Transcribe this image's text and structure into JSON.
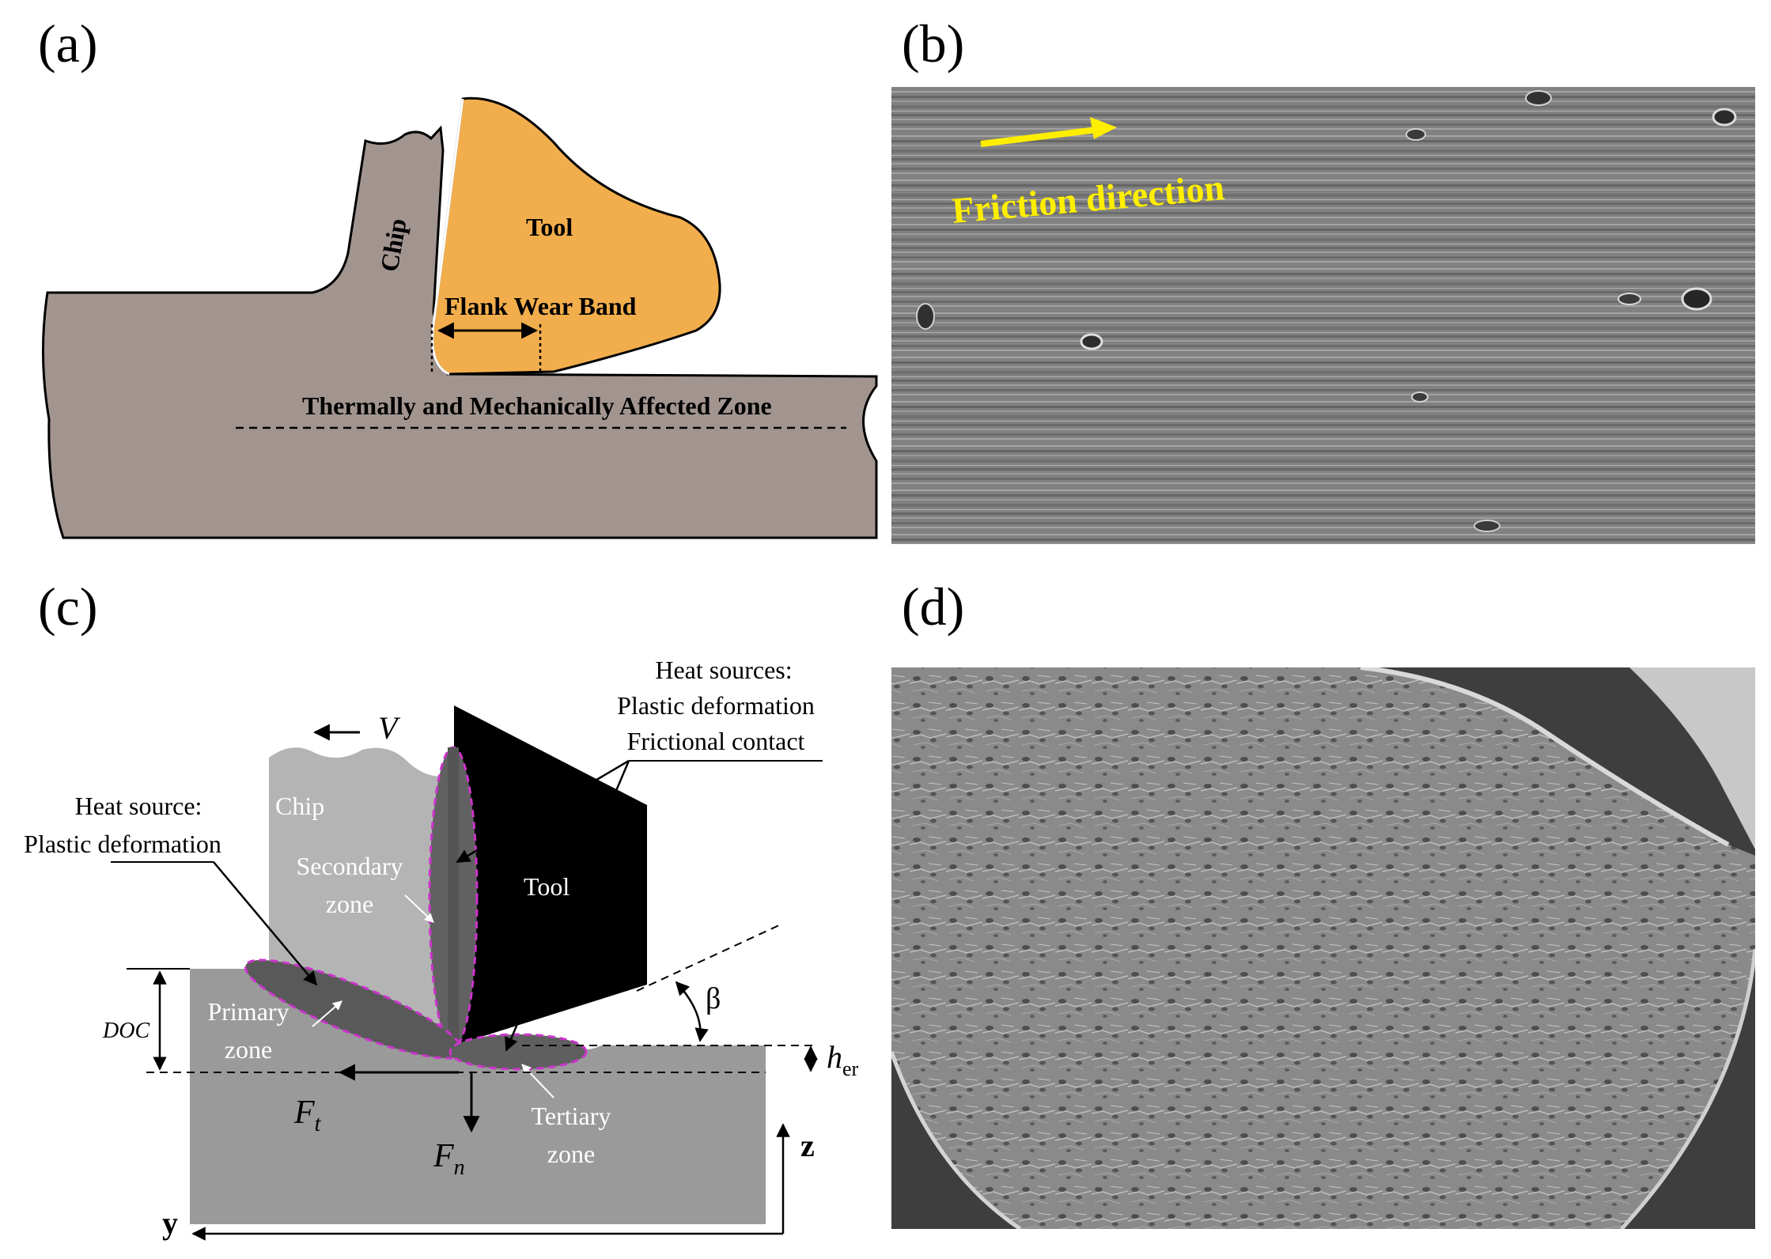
{
  "panels": {
    "a": {
      "label": "(a)",
      "chip": "Chip",
      "tool": "Tool",
      "flank_wear_band": "Flank Wear Band",
      "affected_zone": "Thermally and Mechanically Affected Zone"
    },
    "b": {
      "label": "(b)",
      "friction_direction": "Friction direction"
    },
    "c": {
      "label": "(c)",
      "velocity": "V",
      "heat_sources_title": "Heat sources:",
      "heat_sources_line1": "Plastic deformation",
      "heat_sources_line2": "Frictional contact",
      "heat_source_title": "Heat source:",
      "heat_source_line1": "Plastic deformation",
      "chip": "Chip",
      "tool": "Tool",
      "secondary_zone_1": "Secondary",
      "secondary_zone_2": "zone",
      "primary_zone_1": "Primary",
      "primary_zone_2": "zone",
      "tertiary_zone_1": "Tertiary",
      "tertiary_zone_2": "zone",
      "doc": "DOC",
      "beta": "β",
      "her_main": "h",
      "her_sub": "er",
      "ft_main": "F",
      "ft_sub": "t",
      "fn_main": "F",
      "fn_sub": "n",
      "axis_z": "z",
      "axis_y": "y"
    },
    "d": {
      "label": "(d)"
    }
  },
  "colors": {
    "workpiece_a": "#a29590",
    "tool_a": "#f2ae4c",
    "sem_background": "#8f8f8f",
    "friction_arrow": "#ffee00",
    "workpiece_c": "#9a9a9a",
    "zone_outline": "#cc33cc",
    "tool_c": "#000000"
  }
}
